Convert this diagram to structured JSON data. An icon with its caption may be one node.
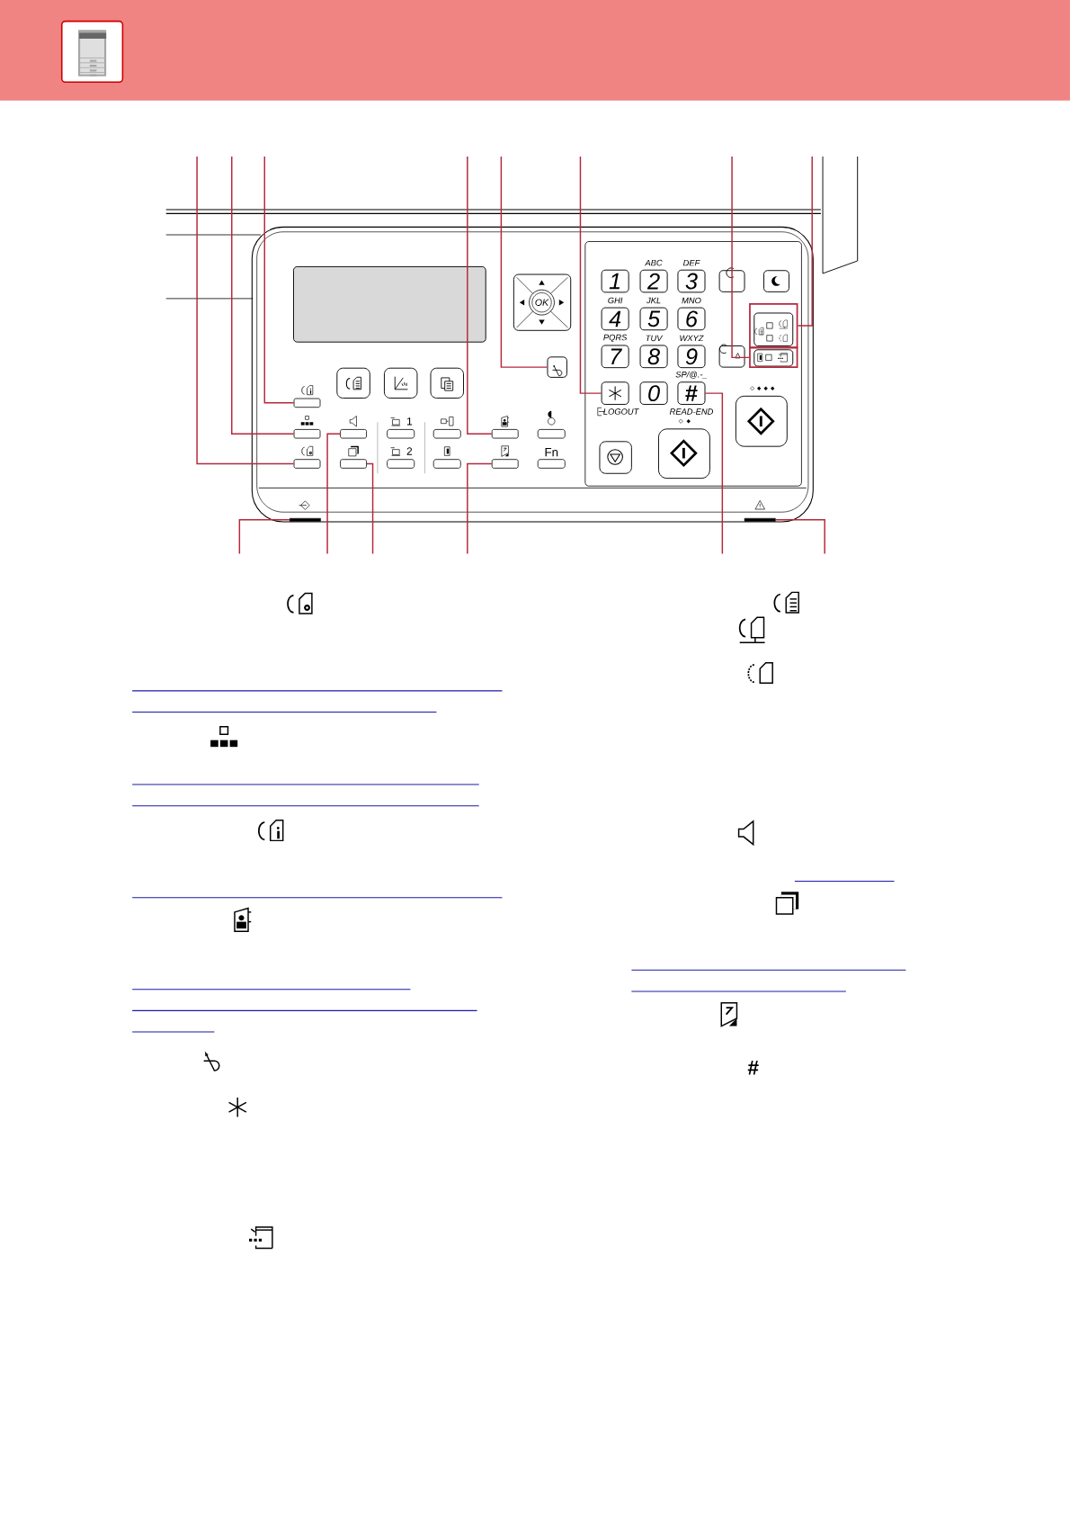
{
  "diagram": {
    "nodes": [
      {
        "text": [],
        "shape": "box"
      },
      {
        "text": [],
        "shape": "box"
      },
      {
        "text": [],
        "shape": "box"
      },
      {
        "text": [],
        "shape": "box"
      },
      {
        "text": [],
        "shape": "box"
      },
      {
        "text": [],
        "shape": "box"
      },
      {
        "text": [],
        "shape": "box"
      },
      {
        "text": [],
        "shape": "box"
      },
      {
        "text": [],
        "shape": "box",
        "beside": [
          "LOGOUT"
        ]
      },
      {
        "text": [
          "#"
        ],
        "beside": [
          "SP/@.-_",
          "READ-END"
        ]
      },
      {
        "text": [],
        "shape": "box"
      },
      {
        "text": [],
        "shape": "box"
      },
      {
        "text": [],
        "shape": "bar"
      },
      {
        "text": [],
        "shape": "bar"
      },
      {
        "text": [
          "1"
        ]
      },
      {
        "text": [
          "2"
        ],
        "beside": [
          "ABC"
        ]
      },
      {
        "text": [
          "3"
        ],
        "beside": [
          "DEF"
        ]
      },
      {
        "text": [
          "4"
        ],
        "beside": [
          "GHI"
        ]
      },
      {
        "text": [
          "5"
        ],
        "beside": [
          "JKL"
        ]
      },
      {
        "text": [
          "6"
        ],
        "beside": [
          "MNO"
        ]
      },
      {
        "text": [
          "7"
        ],
        "beside": [
          "PQRS"
        ]
      },
      {
        "text": [
          "8"
        ],
        "beside": [
          "TUV"
        ]
      },
      {
        "text": [
          "9"
        ],
        "beside": [
          "WXYZ"
        ]
      },
      {
        "text": [
          "0"
        ]
      },
      {
        "text": [
          "OK"
        ]
      }
    ],
    "edges": [
      {
        "from": null,
        "to": 2,
        "arrow": "none"
      },
      {
        "from": null,
        "to": 1,
        "arrow": "none"
      },
      {
        "from": null,
        "to": 0,
        "arrow": "none"
      },
      {
        "from": null,
        "to": 5,
        "arrow": "none"
      },
      {
        "from": null,
        "to": 7,
        "arrow": "none"
      },
      {
        "from": null,
        "to": 8,
        "arrow": "none"
      },
      {
        "from": null,
        "to": 11,
        "arrow": "none"
      },
      {
        "from": null,
        "to": 10,
        "arrow": "none"
      },
      {
        "from": null,
        "to": 12,
        "arrow": "none"
      },
      {
        "from": null,
        "to": 3,
        "arrow": "none"
      },
      {
        "from": null,
        "to": 4,
        "arrow": "none"
      },
      {
        "from": null,
        "to": 6,
        "arrow": "none"
      },
      {
        "from": null,
        "to": 9,
        "arrow": "none"
      },
      {
        "from": null,
        "to": 13,
        "arrow": "none"
      }
    ],
    "labels": [
      "1",
      "2",
      "Fn",
      "#"
    ]
  }
}
